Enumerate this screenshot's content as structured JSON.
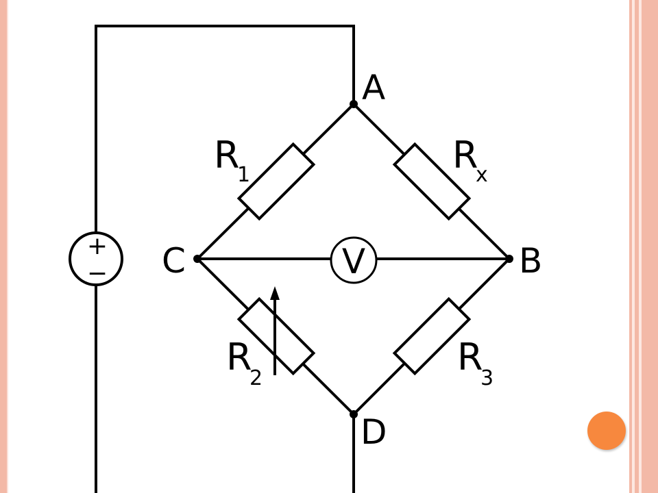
{
  "nodes": {
    "a": "A",
    "b": "B",
    "c": "C",
    "d": "D"
  },
  "resistors": {
    "r1": {
      "main": "R",
      "sub": "1"
    },
    "rx": {
      "main": "R",
      "sub": "x"
    },
    "r2": {
      "main": "R",
      "sub": "2"
    },
    "r3": {
      "main": "R",
      "sub": "3"
    }
  },
  "voltmeter": {
    "symbol": "V"
  },
  "source": {
    "plus": "+",
    "minus": "−"
  },
  "colors": {
    "border": "#f3b9a7",
    "border_light": "#fde8e1",
    "accent_dot": "#f7883e",
    "wire": "#000000"
  }
}
